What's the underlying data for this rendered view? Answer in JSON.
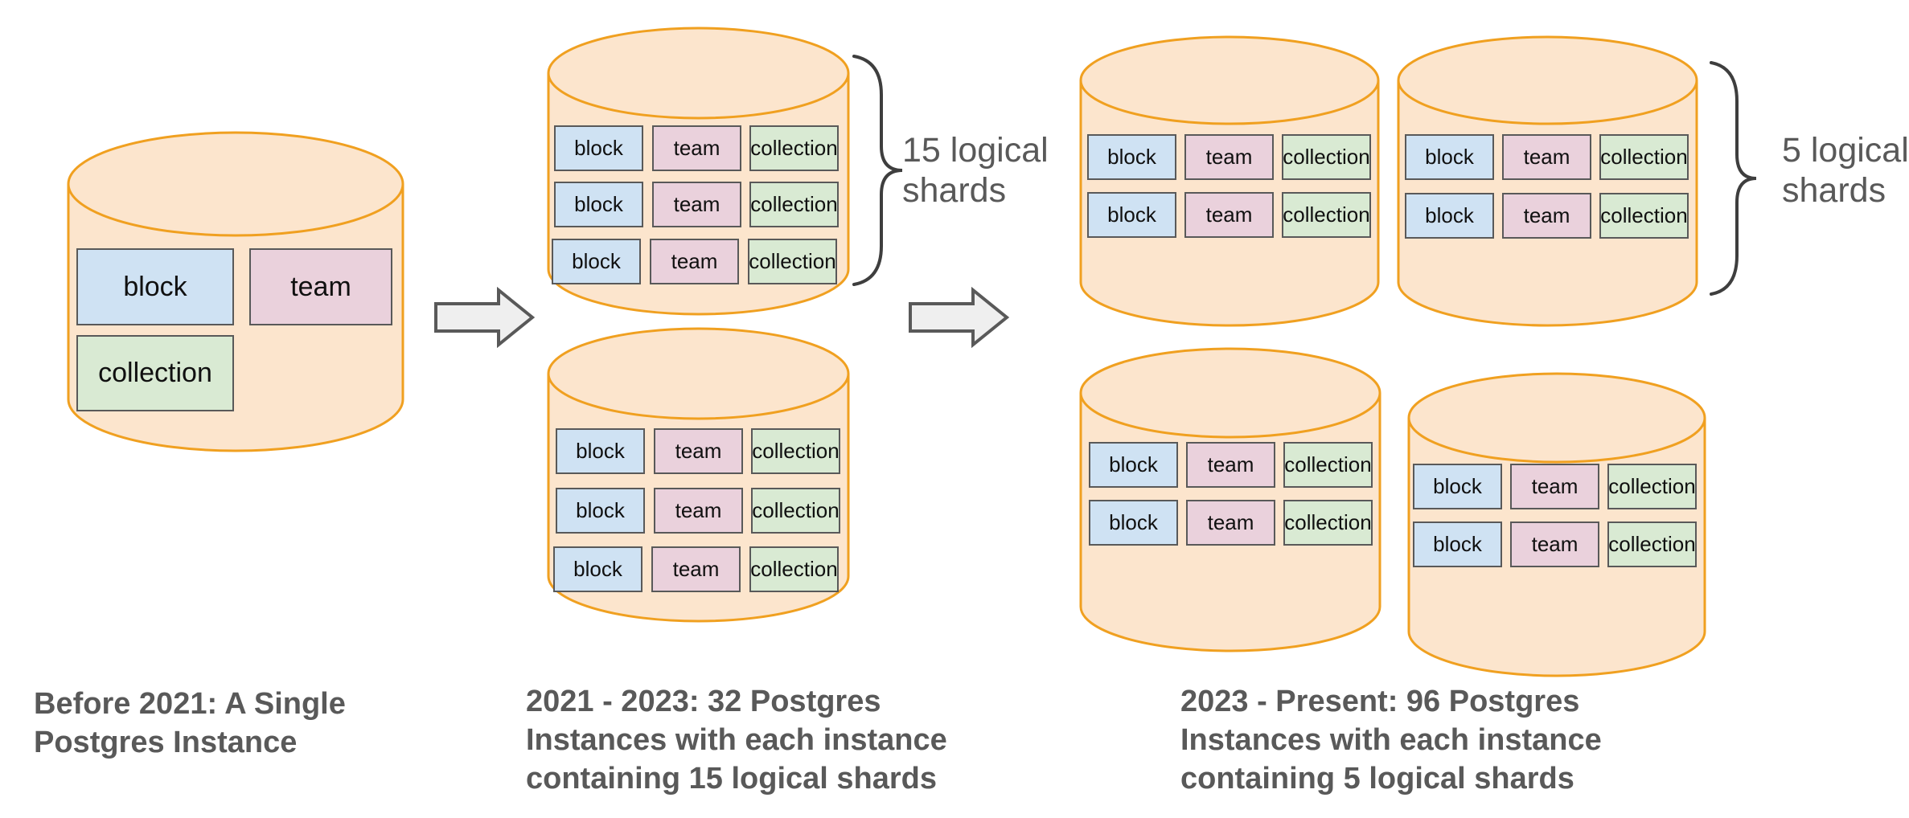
{
  "diagram": {
    "tables": {
      "block": "block",
      "team": "team",
      "collection": "collection"
    },
    "stage1": {
      "caption": [
        "Before 2021: A Single",
        "Postgres Instance"
      ]
    },
    "stage2": {
      "caption": [
        "2021 - 2023: 32 Postgres",
        "Instances with each instance",
        "containing 15 logical shards"
      ],
      "shard_label": [
        "15 logical",
        "shards"
      ]
    },
    "stage3": {
      "caption": [
        "2023 - Present: 96 Postgres",
        "Instances with each instance",
        "containing 5 logical shards"
      ],
      "shard_label": [
        "5 logical",
        "shards"
      ]
    },
    "colors": {
      "cylinder_fill": "#FCE5CD",
      "cylinder_stroke": "#F0A020",
      "block_fill": "#CFE2F3",
      "team_fill": "#EAD1DC",
      "collection_fill": "#D9EAD3",
      "box_stroke": "#595959",
      "caption_text": "#595959",
      "arrow_fill": "#EFEFEF",
      "arrow_stroke": "#595959",
      "brace": "#3E3E3E"
    }
  }
}
